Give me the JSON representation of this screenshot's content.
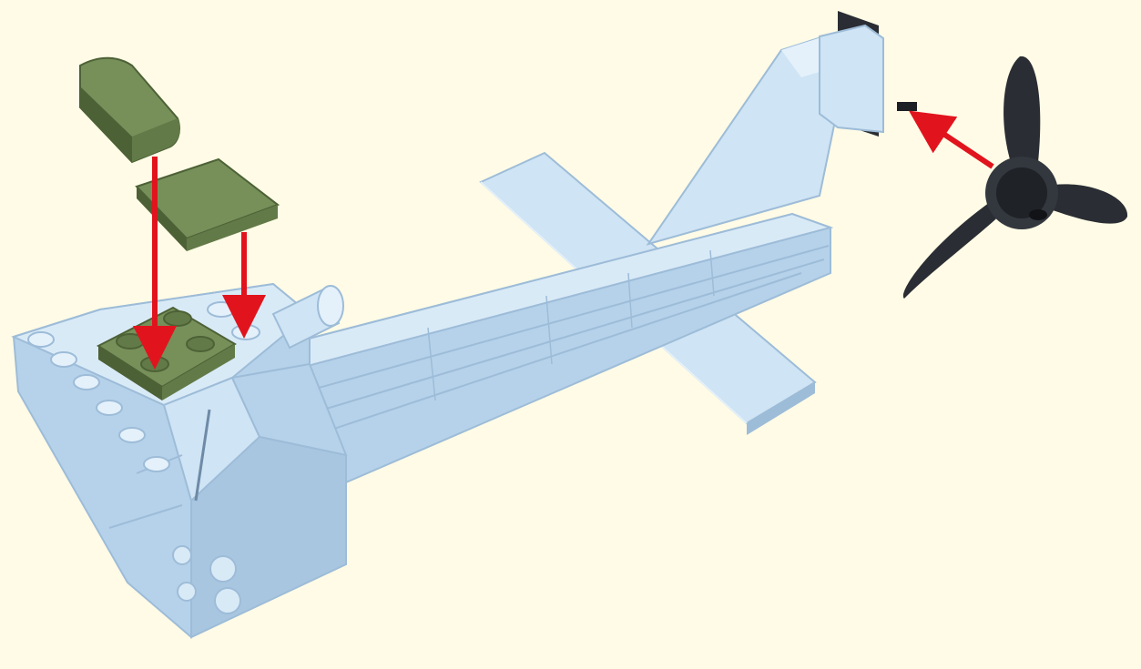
{
  "diagram": {
    "kind": "assembly-instruction-step",
    "colors": {
      "background": "#fffbe6",
      "body_light": "#cfe4f4",
      "body_mid": "#b6d2ea",
      "body_dark": "#9dbcd8",
      "stud": "#e4f1fb",
      "green_light": "#77905a",
      "green_mid": "#627a47",
      "green_dark": "#4d6136",
      "propeller": "#2a2d33",
      "arrow": "#e1141e"
    },
    "parts": [
      {
        "name": "curved-slope-brick",
        "color": "green"
      },
      {
        "name": "square-tile-2x2",
        "color": "green"
      },
      {
        "name": "plate-2x2",
        "color": "green",
        "state": "attached"
      },
      {
        "name": "three-blade-propeller",
        "color": "black"
      }
    ],
    "arrows": [
      {
        "from": "curved-slope-brick",
        "to": "plate-2x2"
      },
      {
        "from": "square-tile-2x2",
        "to": "cockpit-studs"
      },
      {
        "from": "three-blade-propeller",
        "to": "tail-axle"
      }
    ]
  }
}
